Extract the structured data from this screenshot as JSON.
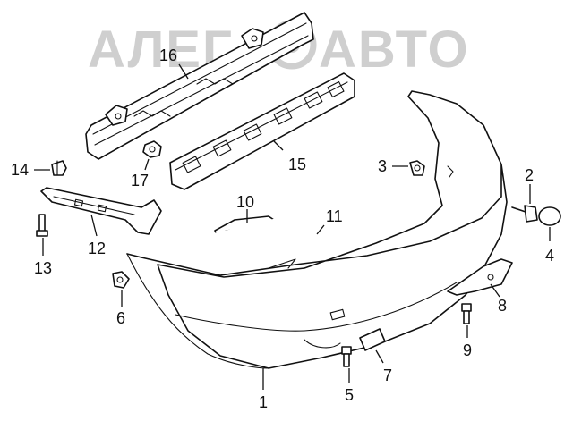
{
  "watermark": {
    "text": "АЛЕГ АВТО",
    "left": "АЛЕГ",
    "right": "АВТО"
  },
  "colors": {
    "ink": "#111111",
    "watermark": "#cfcfcf",
    "background": "#ffffff"
  },
  "callouts": [
    {
      "label": "1",
      "part": "bumper-cover"
    },
    {
      "label": "2",
      "part": "bolt"
    },
    {
      "label": "3",
      "part": "clip"
    },
    {
      "label": "4",
      "part": "cap"
    },
    {
      "label": "5",
      "part": "screw"
    },
    {
      "label": "6",
      "part": "clip"
    },
    {
      "label": "7",
      "part": "tow-hook-cover"
    },
    {
      "label": "8",
      "part": "side-bracket"
    },
    {
      "label": "9",
      "part": "screw"
    },
    {
      "label": "10",
      "part": "bracket"
    },
    {
      "label": "11",
      "part": "bolt"
    },
    {
      "label": "12",
      "part": "side-bracket-left"
    },
    {
      "label": "13",
      "part": "screw"
    },
    {
      "label": "14",
      "part": "clip"
    },
    {
      "label": "15",
      "part": "energy-absorber"
    },
    {
      "label": "16",
      "part": "reinforcement-beam"
    },
    {
      "label": "17",
      "part": "nut"
    }
  ]
}
